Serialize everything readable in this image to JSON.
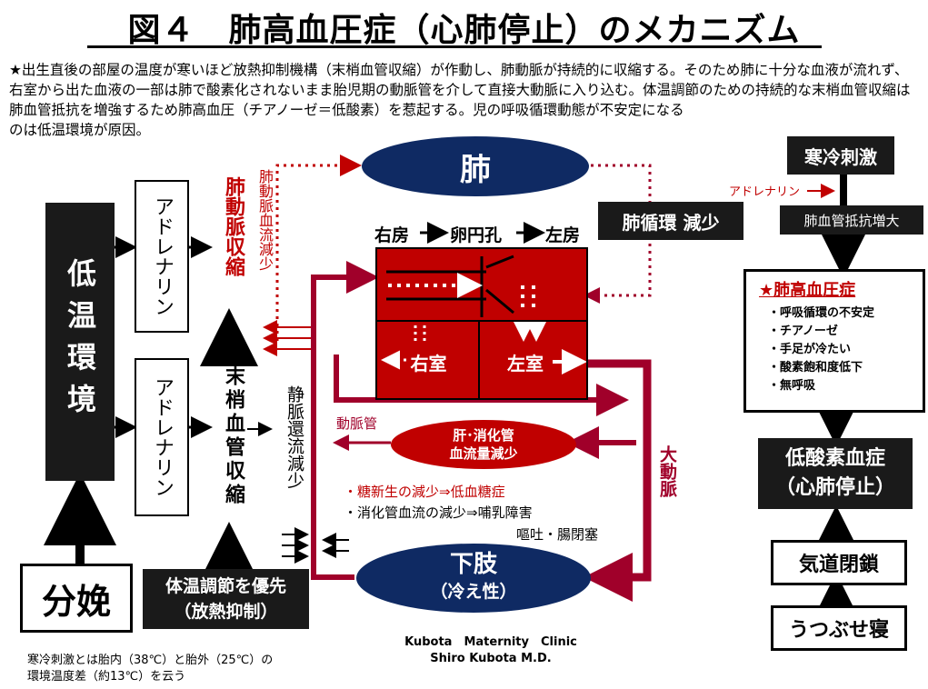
{
  "title": "図４　肺高血圧症（心肺停止）のメカニズム",
  "intro": "★出生直後の部屋の温度が寒いほど放熱抑制機構（末梢血管収縮）が作動し、肺動脈が持続的に収縮する。そのため肺に十分な血液が流れず、右室から出た血液の一部は肺で酸素化されないまま胎児期の動脈管を介して直接大動脈に入り込む。体温調節のための持続的な末梢血管収縮は肺血管抵抗を増強するため肺高血圧（チアノーゼ＝低酸素）を惹起する。児の呼吸循環動態が不安定になる",
  "intro_tail": "のは低温環境が原因。",
  "left": {
    "low_temp": "低温環境",
    "delivery": "分娩",
    "adrenaline_1": "アドレナリン",
    "adrenaline_2": "アドレナリン",
    "pa_constriction": "肺動脈収縮",
    "peripheral_constriction": "末梢血管収縮",
    "thermo_1": "体温調節を優先",
    "thermo_2": "（放熱抑制）",
    "pa_flow_decrease": "肺動脈血流減少",
    "venous_return_decrease": "静脈還流減少",
    "footnote_1": "寒冷刺激とは胎内（38℃）と胎外（25℃）の",
    "footnote_2": "環境温度差（約13℃）を云う"
  },
  "center": {
    "lung": "肺",
    "heart_header_1": "右房",
    "heart_header_2": "卵円孔",
    "heart_header_3": "左房",
    "right_ventricle": "右室",
    "left_ventricle": "左室",
    "ductus": "動脈管",
    "aorta": "大動脈",
    "liver_1": "肝･消化管",
    "liver_2": "血流量減少",
    "effect_1": "・糖新生の減少⇒低血糖症",
    "effect_2": "・消化管血流の減少⇒哺乳障害",
    "effect_3": "嘔吐・腸閉塞",
    "lower_limb_1": "下肢",
    "lower_limb_2": "（冷え性）",
    "credit_1": "Kubota　Maternity　Clinic",
    "credit_2": "Shiro Kubota M.D."
  },
  "right": {
    "cold_stimulus": "寒冷刺激",
    "adrenaline": "アドレナリン",
    "pvr_increase": "肺血管抵抗増大",
    "pulm_circ_decrease": "肺循環 減少",
    "ph_title": "★肺高血圧症",
    "symptoms": [
      "・呼吸循環の不安定",
      "・チアノーゼ",
      "・手足が冷たい",
      "・酸素飽和度低下",
      "・無呼吸"
    ],
    "hypoxemia_1": "低酸素血症",
    "hypoxemia_2": "（心肺停止）",
    "airway": "気道閉鎖",
    "prone": "うつぶせ寝"
  }
}
